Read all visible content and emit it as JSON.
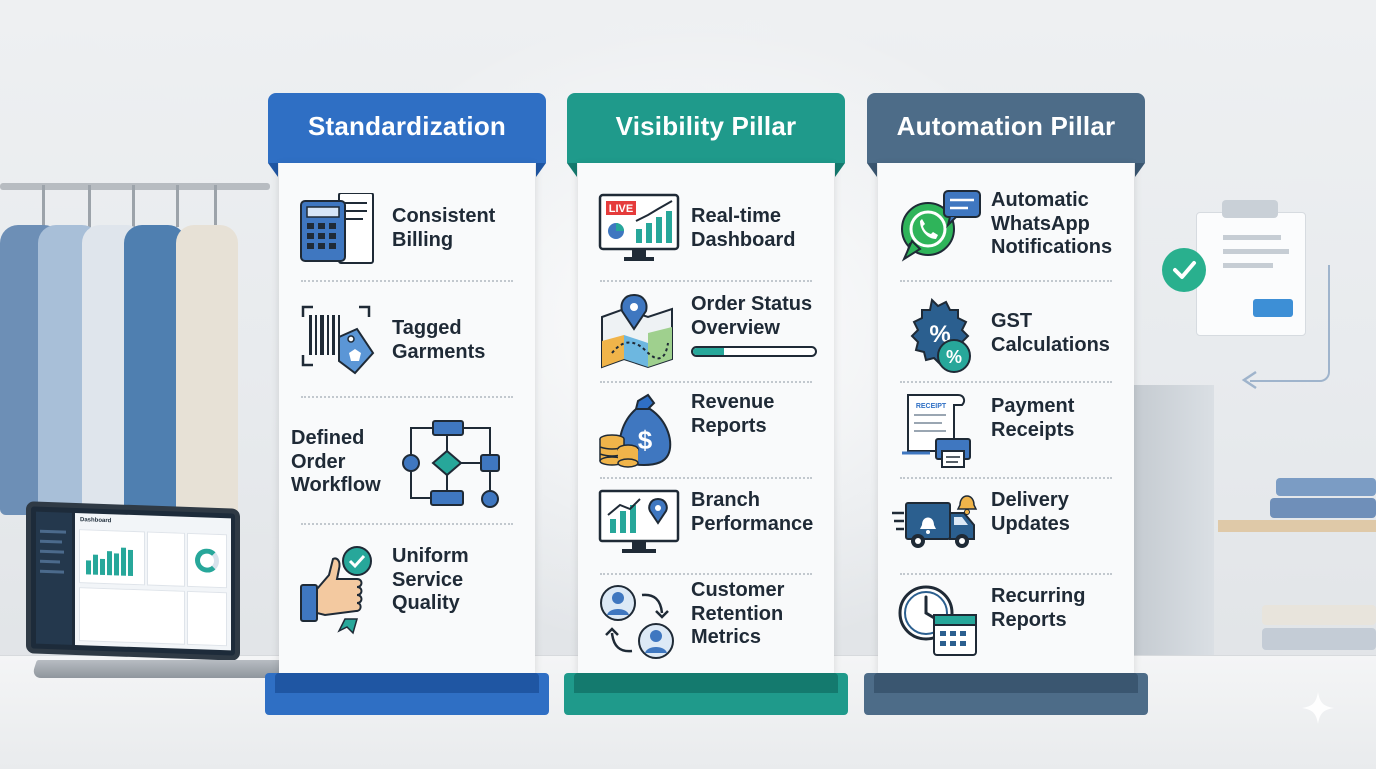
{
  "panels": [
    {
      "title": "Standardization",
      "items": [
        {
          "lines": [
            "Consistent",
            "Billing"
          ],
          "icon": "calculator-receipt-icon"
        },
        {
          "lines": [
            "Tagged",
            "Garments"
          ],
          "icon": "barcode-tag-icon"
        },
        {
          "lines": [
            "Defined",
            "Order",
            "Workflow"
          ],
          "icon": "workflow-diagram-icon"
        },
        {
          "lines": [
            "Uniform",
            "Service",
            "Quality"
          ],
          "icon": "thumbs-up-badge-icon"
        }
      ]
    },
    {
      "title": "Visibility Pillar",
      "items": [
        {
          "lines": [
            "Real-time",
            "Dashboard"
          ],
          "icon": "live-monitor-icon",
          "badge": "LIVE"
        },
        {
          "lines": [
            "Order Status",
            "Overview"
          ],
          "icon": "map-pin-icon",
          "progress": 0.25
        },
        {
          "lines": [
            "Revenue",
            "Reports"
          ],
          "icon": "money-bag-coins-icon",
          "symbol": "$"
        },
        {
          "lines": [
            "Branch",
            "Performance"
          ],
          "icon": "branch-chart-screen-icon"
        },
        {
          "lines": [
            "Customer",
            "Retention",
            "Metrics"
          ],
          "icon": "customer-cycle-icon"
        }
      ]
    },
    {
      "title": "Automation Pillar",
      "items": [
        {
          "lines": [
            "Automatic",
            "WhatsApp",
            "Notifications"
          ],
          "icon": "whatsapp-chat-icon"
        },
        {
          "lines": [
            "GST",
            "Calculations"
          ],
          "icon": "percent-badge-icon",
          "symbol": "%"
        },
        {
          "lines": [
            "Payment",
            "Receipts"
          ],
          "icon": "receipt-printer-icon",
          "receipt_label": "RECEIPT"
        },
        {
          "lines": [
            "Delivery",
            "Updates"
          ],
          "icon": "delivery-truck-bell-icon"
        },
        {
          "lines": [
            "Recurring",
            "Reports"
          ],
          "icon": "clock-calendar-icon"
        }
      ]
    }
  ],
  "laptop": {
    "title": "Dashboard"
  },
  "colors": {
    "standardization": "#2f6fc4",
    "visibility": "#1f9a8b",
    "automation": "#4d6c88",
    "text": "#1f2a36"
  }
}
